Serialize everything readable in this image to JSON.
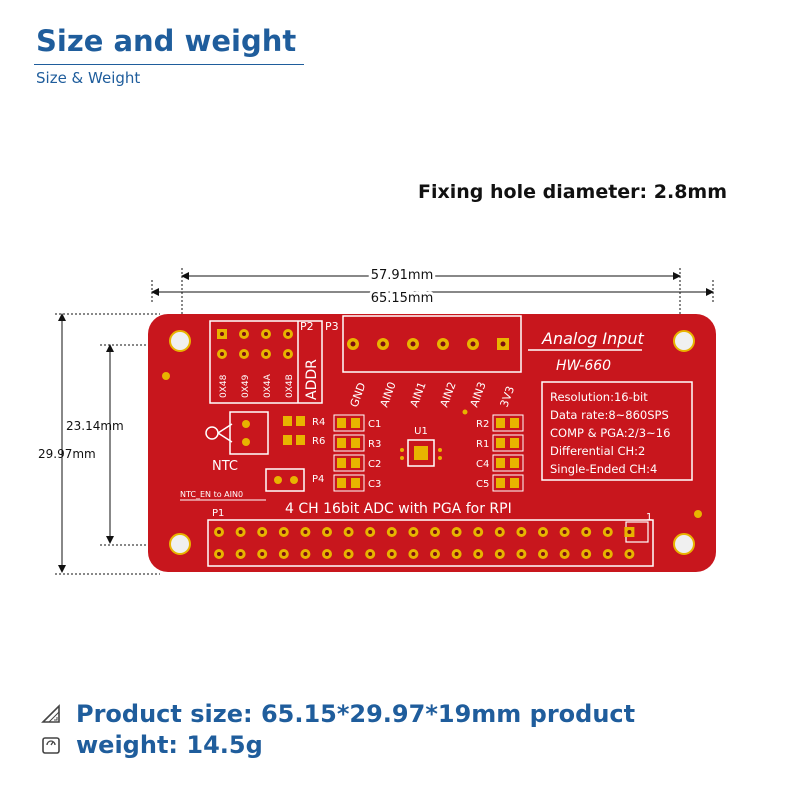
{
  "header": {
    "title": "Size and weight",
    "subtitle": "Size & Weight"
  },
  "note": {
    "fixing_hole": "Fixing hole diameter: 2.8mm"
  },
  "dimensions": {
    "inner_width": "57.91mm",
    "outer_width": "65.15mm",
    "inner_height": "23.14mm",
    "outer_height": "29.97mm"
  },
  "board": {
    "color": "#c8161d",
    "silk_color": "#ffffff",
    "pad_color": "#e8b400",
    "connector_labels": [
      "P2",
      "P3",
      "P1",
      "P4"
    ],
    "addr_labels": [
      "0X48",
      "0X49",
      "0X4A",
      "0X4B"
    ],
    "addr_title": "ADDR",
    "ntc_label": "NTC",
    "ntc_en_label": "NTC_EN to AIN0",
    "header_labels": [
      "GND",
      "AIN0",
      "AIN1",
      "AIN2",
      "AIN3",
      "3V3"
    ],
    "resistor_labels_left": [
      "R4",
      "R6"
    ],
    "cap_labels_left": [
      "C1",
      "R3",
      "C2",
      "C3"
    ],
    "chip_label": "U1",
    "right_labels": [
      "R2",
      "R1",
      "C4",
      "C5"
    ],
    "analog_input": "Analog Input",
    "model": "HW-660",
    "spec_lines": [
      "Resolution:16-bit",
      "Data rate:8~860SPS",
      "COMP & PGA:2/3~16",
      "Differential CH:2",
      "Single-Ended CH:4"
    ],
    "tagline": "4 CH 16bit ADC with PGA for RPI",
    "pin1_mark": "1"
  },
  "specs": {
    "size_icon": "ruler-triangle-icon",
    "size_text": "Product size: 65.15*29.97*19mm product",
    "weight_icon": "scale-icon",
    "weight_text": "weight: 14.5g"
  }
}
